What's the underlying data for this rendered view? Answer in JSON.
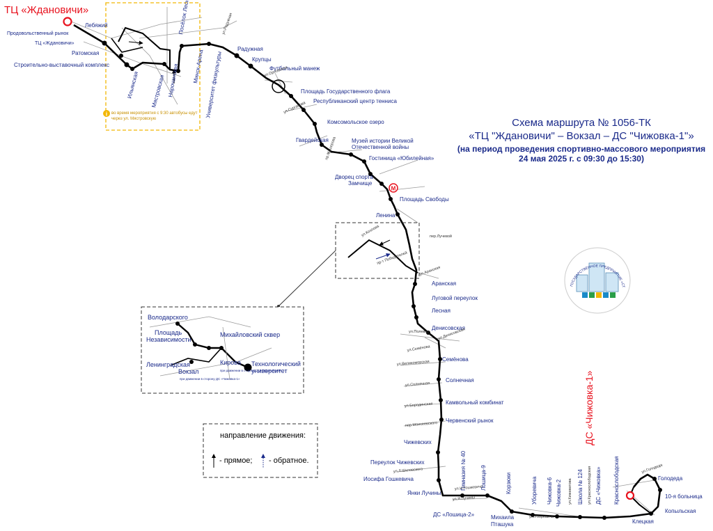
{
  "title": {
    "line1": "Схема маршрута № 1056-ТК",
    "line2": "«ТЦ \"Ждановичи\" – Вокзал – ДС \"Чижовка-1\"»",
    "line3": "(на период проведения спортивно-массового мероприятия",
    "line4": "24 мая 2025 г. с 09:30 до 15:30)"
  },
  "terminals": {
    "start": "ТЦ «Ждановичи»",
    "end": "ДС «Чижовка-1»"
  },
  "colors": {
    "route": "#000000",
    "stop_text": "#1a2a8a",
    "street_text": "#333333",
    "terminal": "#e8111d",
    "highlight_box": "#f2b705",
    "note_text": "#c89000",
    "metro": "#e8111d"
  },
  "stops_main": [
    "Продовольственный рынок",
    "ТЦ «Ждановичи»",
    "Лебяжий",
    "Ратомская",
    "Строительно-выставочный комплекс",
    "Ильянская",
    "Мястровская",
    "Нарочанская",
    "Минск-Арена",
    "Посёлок Лесной",
    "Университет физкультуры",
    "Радужная",
    "Крупцы",
    "Футбольный манеж",
    "Площадь Государственного флага",
    "Республиканский центр тенниса",
    "Комсомольское озеро",
    "Гвардейская",
    "Музей истории Великой",
    "Отечественной войны",
    "Гостиница «Юбилейная»",
    "Дворец спорта",
    "Замчище",
    "Площадь Свободы",
    "Ленина",
    "Аранская",
    "Луговой переулок",
    "Лесная",
    "Денисовская",
    "Семёнова",
    "Солнечная",
    "Камвольный комбинат",
    "Червенский рынок",
    "Чижевских",
    "Переулок Чижевских",
    "Иосифа Гошкевича",
    "Янки Лучины",
    "Гимназия № 40",
    "Лошица-9",
    "Корзюки",
    "ДС «Лошица-2»",
    "Михаила",
    "Пташука",
    "Уборевича",
    "Чижовка-6",
    "Чижовка-2",
    "Школа № 124",
    "ДС «Чижовка»",
    "Краснослободская",
    "Клецкая",
    "Копыльская",
    "10-я больница",
    "Голодеда"
  ],
  "stops_inset": [
    "Володарского",
    "Площадь",
    "Независимости",
    "Михайловский сквер",
    "Ленинградская",
    "Вокзал",
    "Кирова",
    "Технологический",
    "университет"
  ],
  "inset_notes": [
    "при движении в сторону ТЦ «Ждановичи»",
    "при движении в сторону ДС «Чижовка-1»"
  ],
  "streets": [
    "ул.Орловская",
    "ул.Сурганова",
    "пр.Машерова",
    "пер.Лучевой",
    "ул.Аранская",
    "ул.Полевая",
    "ул.Денисовская",
    "ул.Семёнова",
    "ул.Великоморская",
    "ул.Солнечная",
    "ул.Бородинская",
    "пер.Моисеевского",
    "ул.Л.Шкловского",
    "ул.И.Гошкевича",
    "ул.Я.Лучины",
    "ул.Уборевича",
    "ул.Голодеда",
    "ул.Кижеватова",
    "ул.Краснослободская",
    "ул.Радужная",
    "ул.Козлова",
    "пр-т Победителей"
  ],
  "note": "во время мероприятия с 9:30 автобусы едут через ул. Мястровскую",
  "legend": {
    "title": "направление движения:",
    "forward": "- прямое;",
    "reverse": "- обратное."
  },
  "logo": {
    "text": "ГОСУДАРСТВЕННОЕ ПРЕДПРИЯТИЕ «СТОЛИЧНЫЙ ТРАНСПОРТ И СВЯЗЬ»",
    "icon": "city-skyline-logo"
  },
  "icons": {
    "metro": "metro-icon",
    "terminal": "terminal-marker-icon",
    "info": "info-icon"
  }
}
